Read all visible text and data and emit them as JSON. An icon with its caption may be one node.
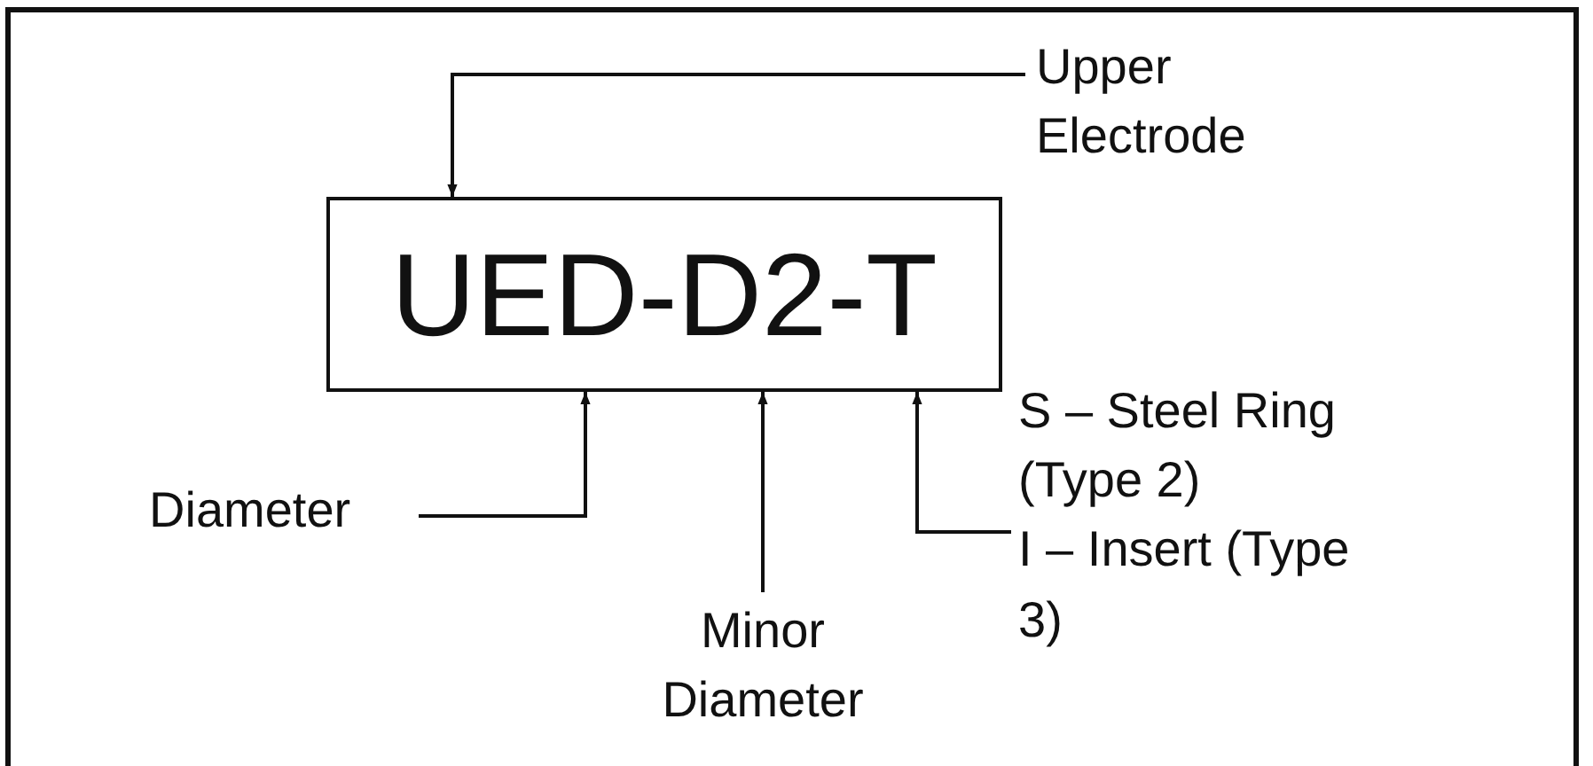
{
  "diagram": {
    "nodes": [
      {
        "text": [
          "UED-D2-T"
        ]
      },
      {
        "text": [
          "Upper Electrode"
        ]
      },
      {
        "text": [
          "Diameter"
        ]
      },
      {
        "text": [
          "Minor Diameter"
        ]
      },
      {
        "text": [
          "S – Steel Ring (Type 2)",
          "I – Insert (Type 3)"
        ]
      }
    ],
    "edges": [
      {
        "from": 1,
        "to": 0,
        "arrow": "to"
      },
      {
        "from": 2,
        "to": 0,
        "arrow": "to"
      },
      {
        "from": 3,
        "to": 0,
        "arrow": "to"
      },
      {
        "from": 4,
        "to": 0,
        "arrow": "to"
      }
    ]
  }
}
